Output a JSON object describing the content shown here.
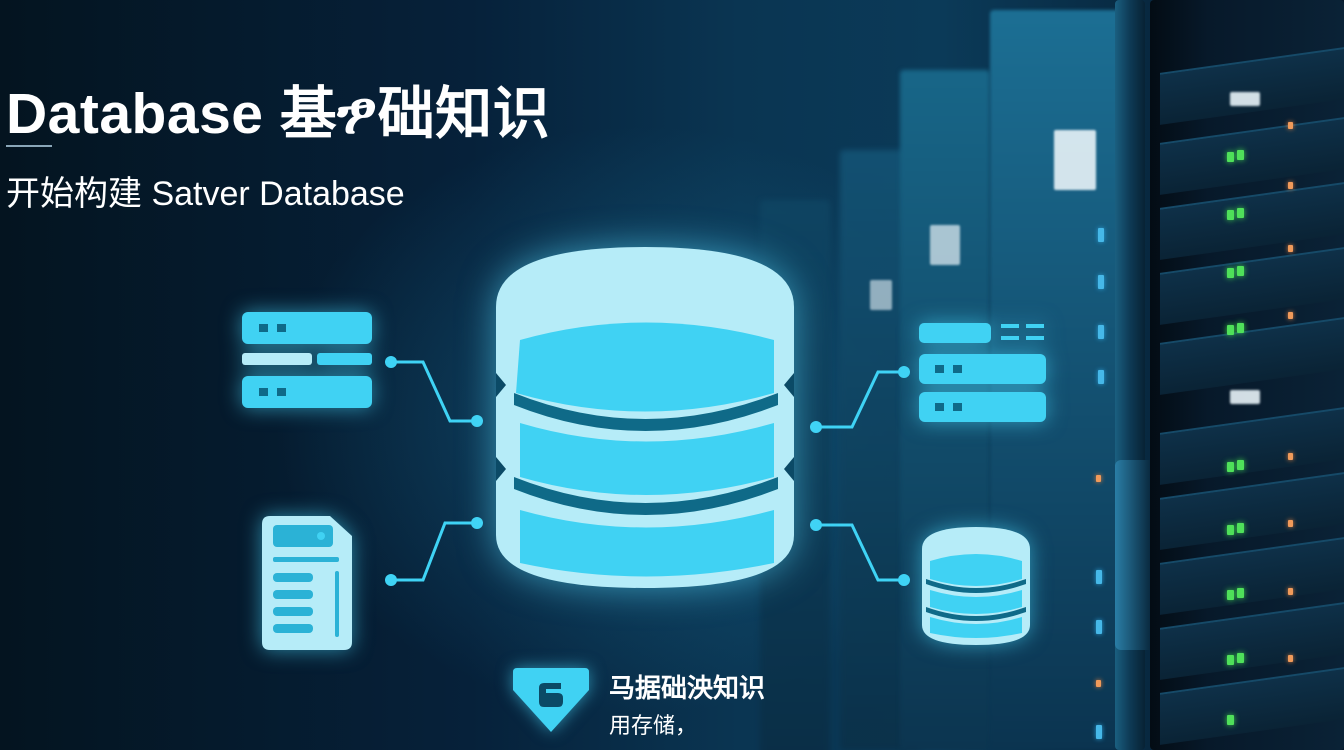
{
  "heading": {
    "title": "Database 基ፇ础知识",
    "subtitle": "开始构建 Satver Database"
  },
  "diagram": {
    "center_icon": "database-cylinder-icon",
    "satellites": [
      {
        "position": "top-left",
        "icon": "server-stack-icon"
      },
      {
        "position": "bottom-left",
        "icon": "document-icon"
      },
      {
        "position": "top-right",
        "icon": "server-stack-icon"
      },
      {
        "position": "bottom-right",
        "icon": "database-small-icon"
      }
    ]
  },
  "caption": {
    "icon": "shield-badge-icon",
    "title": "马据础泱知识",
    "subtitle": "用存储，"
  },
  "colors": {
    "background_dark": "#04131f",
    "background_mid": "#0a3552",
    "accent_cyan": "#3fd3f5",
    "accent_light": "#b8eef9",
    "stripe_dark": "#0f6a88",
    "led_green": "#4fe05a",
    "led_orange": "#f09a5a",
    "text": "#ffffff"
  }
}
